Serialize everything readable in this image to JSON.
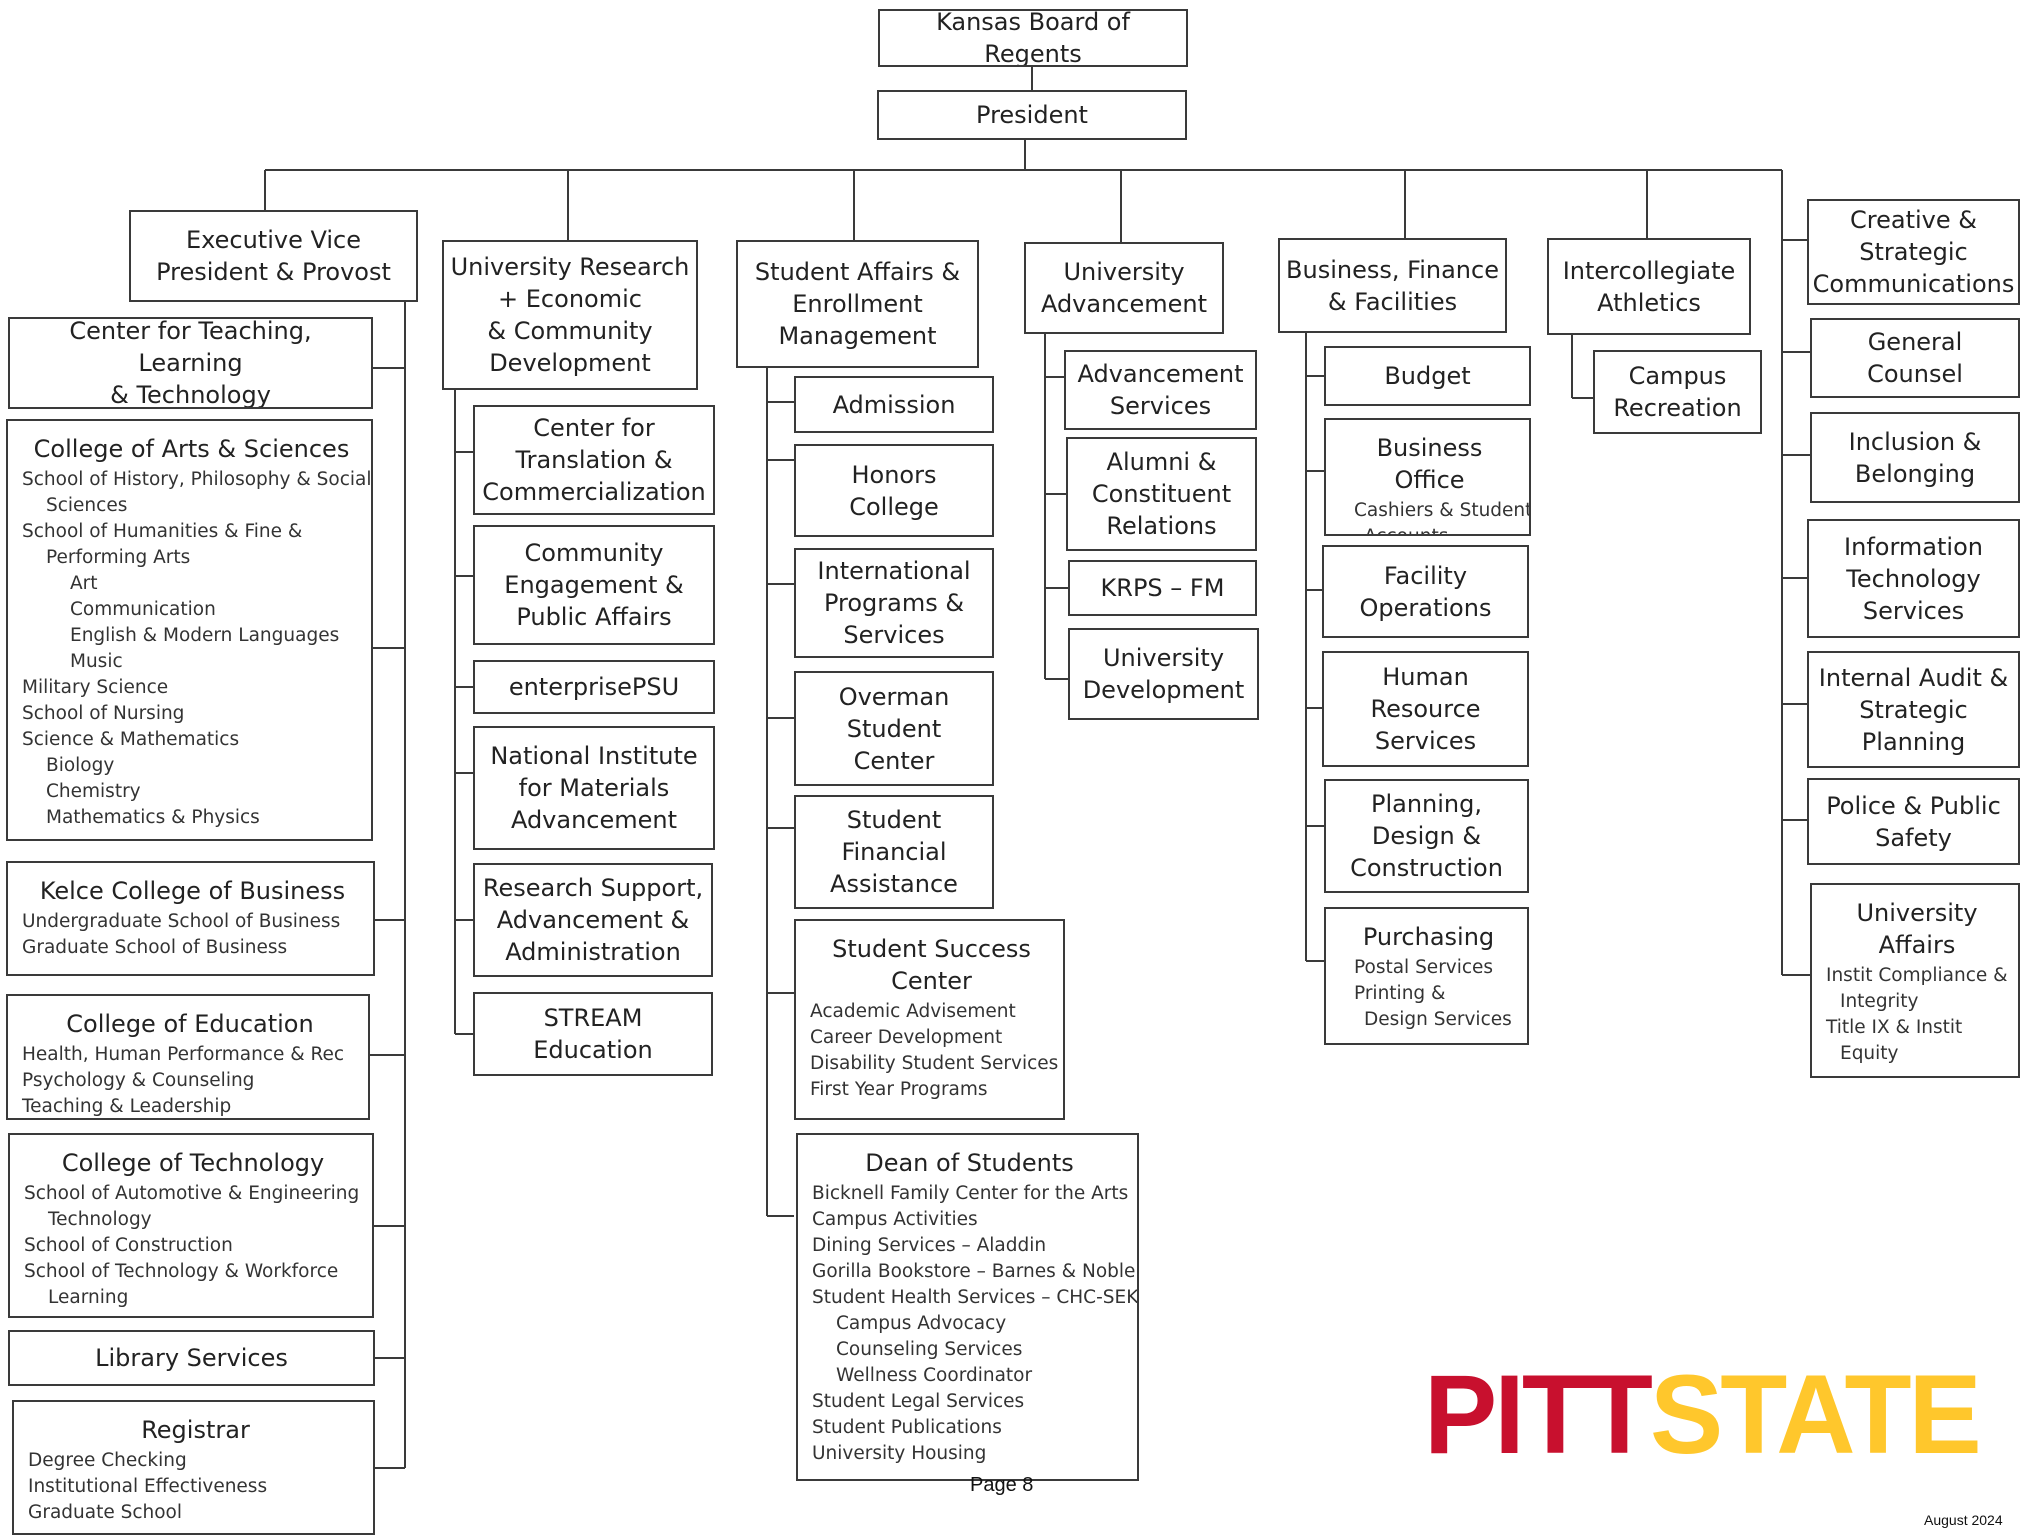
{
  "root": {
    "board": "Kansas Board of Regents",
    "president": "President"
  },
  "divisions": {
    "evp": {
      "title": "Executive Vice\nPresident & Provost",
      "units": {
        "ctlt": {
          "title": "Center for Teaching, Learning\n& Technology"
        },
        "cas": {
          "title": "College of Arts & Sciences",
          "lines": [
            "School of History, Philosophy & Social",
            "Sciences",
            "School of Humanities & Fine &",
            "Performing Arts",
            "Art",
            "Communication",
            "English & Modern Languages",
            "Music",
            "Military Science",
            "School of Nursing",
            "Science & Mathematics",
            "Biology",
            "Chemistry",
            "Mathematics & Physics"
          ]
        },
        "kelce": {
          "title": "Kelce College of Business",
          "lines": [
            "Undergraduate School of Business",
            "Graduate School of Business"
          ]
        },
        "education": {
          "title": "College of Education",
          "lines": [
            "Health, Human Performance & Rec",
            "Psychology & Counseling",
            "Teaching & Leadership"
          ]
        },
        "technology": {
          "title": "College of Technology",
          "lines": [
            "School of Automotive & Engineering",
            "Technology",
            "School of Construction",
            "School of Technology & Workforce",
            "Learning"
          ]
        },
        "library": {
          "title": "Library Services"
        },
        "registrar": {
          "title": "Registrar",
          "lines": [
            "Degree Checking",
            "Institutional Effectiveness",
            "Graduate School"
          ]
        }
      }
    },
    "research": {
      "title": "University Research\n+ Economic\n& Community\nDevelopment",
      "units": {
        "translation": {
          "title": "Center for\nTranslation &\nCommercialization"
        },
        "community": {
          "title": "Community\nEngagement &\nPublic Affairs"
        },
        "enterprise": {
          "title": "enterprisePSU"
        },
        "nima": {
          "title": "National Institute\nfor Materials\nAdvancement"
        },
        "rsaa": {
          "title": "Research Support,\nAdvancement &\nAdministration"
        },
        "stream": {
          "title": "STREAM\nEducation"
        }
      }
    },
    "student_affairs": {
      "title": "Student Affairs &\nEnrollment\nManagement",
      "units": {
        "admission": {
          "title": "Admission"
        },
        "honors": {
          "title": "Honors\nCollege"
        },
        "international": {
          "title": "International\nPrograms &\nServices"
        },
        "overman": {
          "title": "Overman\nStudent\nCenter"
        },
        "financial": {
          "title": "Student\nFinancial\nAssistance"
        },
        "success": {
          "title": "Student Success\nCenter",
          "lines": [
            "Academic Advisement",
            "Career Development",
            "Disability Student Services",
            "First Year Programs"
          ]
        },
        "dean": {
          "title": "Dean of Students",
          "lines": [
            "Bicknell Family Center for the Arts",
            "Campus Activities",
            "Dining Services – Aladdin",
            "Gorilla Bookstore – Barnes & Noble",
            "Student Health Services – CHC-SEK",
            "Campus Advocacy",
            "Counseling Services",
            "Wellness Coordinator",
            "Student Legal Services",
            "Student Publications",
            "University Housing"
          ]
        }
      }
    },
    "advancement": {
      "title": "University\nAdvancement",
      "units": {
        "adv_services": {
          "title": "Advancement\nServices"
        },
        "alumni": {
          "title": "Alumni &\nConstituent\nRelations"
        },
        "krps": {
          "title": "KRPS – FM"
        },
        "development": {
          "title": "University\nDevelopment"
        }
      }
    },
    "business": {
      "title": "Business, Finance\n& Facilities",
      "units": {
        "budget": {
          "title": "Budget"
        },
        "office": {
          "title": "Business Office",
          "lines": [
            "Cashiers & Student",
            "Accounts"
          ]
        },
        "facility": {
          "title": "Facility\nOperations"
        },
        "hr": {
          "title": "Human\nResource\nServices"
        },
        "planning": {
          "title": "Planning,\nDesign &\nConstruction"
        },
        "purchasing": {
          "title": "Purchasing",
          "lines": [
            "Postal Services",
            "Printing &",
            "Design Services"
          ]
        }
      }
    },
    "athletics": {
      "title": "Intercollegiate\nAthletics",
      "units": {
        "recreation": {
          "title": "Campus\nRecreation"
        }
      }
    },
    "direct": {
      "creative": {
        "title": "Creative &\nStrategic\nCommunications"
      },
      "counsel": {
        "title": "General\nCounsel"
      },
      "inclusion": {
        "title": "Inclusion &\nBelonging"
      },
      "its": {
        "title": "Information\nTechnology\nServices"
      },
      "audit": {
        "title": "Internal Audit &\nStrategic\nPlanning"
      },
      "police": {
        "title": "Police & Public\nSafety"
      },
      "ua": {
        "title": "University\nAffairs",
        "lines": [
          "Instit Compliance &",
          "Integrity",
          "Title IX & Instit",
          "Equity"
        ]
      }
    }
  },
  "footer": {
    "logo_part1": "PITT",
    "logo_part2": "STATE",
    "page": "Page 8",
    "date": "August 2024"
  },
  "colors": {
    "line": "#3a3a3a",
    "brand_red": "#c8102e",
    "brand_gold": "#ffc72c"
  }
}
